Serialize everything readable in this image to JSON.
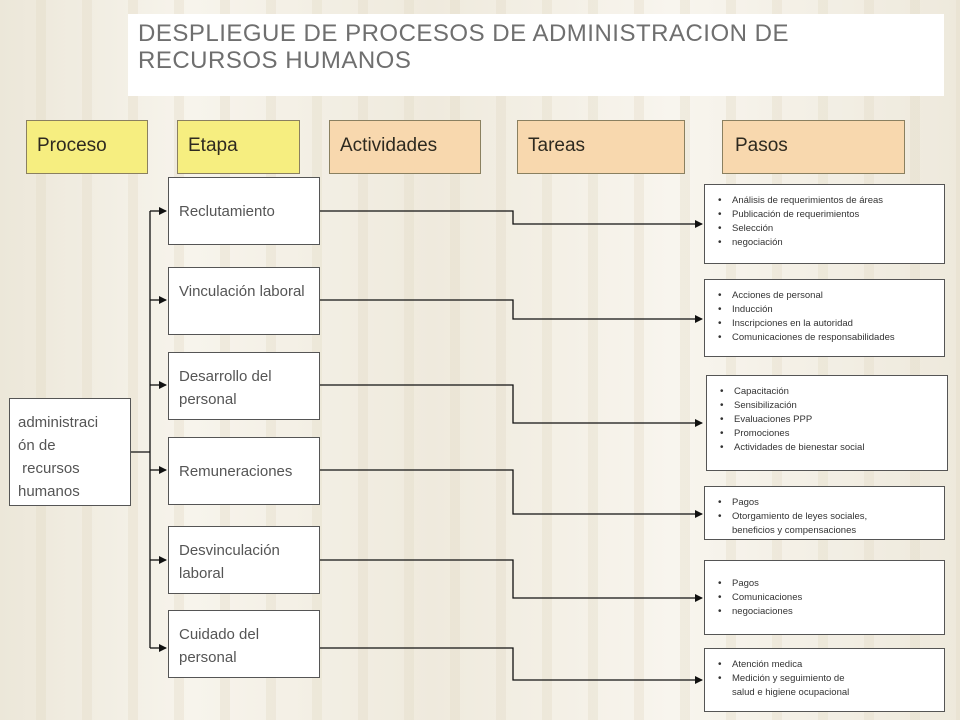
{
  "title": "DESPLIEGUE DE PROCESOS DE ADMINISTRACION DE RECURSOS HUMANOS",
  "headers": {
    "proceso": "Proceso",
    "etapa": "Etapa",
    "actividades": "Actividades",
    "tareas": "Tareas",
    "pasos": "Pasos"
  },
  "process": "administraci\nón de\n recursos\nhumanos",
  "stages": [
    {
      "label": "Reclutamiento",
      "steps": [
        "Análisis de requerimientos de áreas",
        "Publicación de requerimientos",
        "Selección",
        "negociación"
      ]
    },
    {
      "label": "Vinculación laboral",
      "steps": [
        "Acciones de personal",
        "Inducción",
        "Inscripciones en la autoridad",
        "Comunicaciones de responsabilidades"
      ]
    },
    {
      "label": "Desarrollo del personal",
      "steps": [
        "Capacitación",
        "Sensibilización",
        "Evaluaciones PPP",
        "Promociones",
        "Actividades de bienestar social"
      ]
    },
    {
      "label": "Remuneraciones",
      "steps": [
        "Pagos",
        "Otorgamiento de leyes sociales,\nbeneficios y compensaciones"
      ]
    },
    {
      "label": "Desvinculación laboral",
      "steps": [
        "Pagos",
        "Comunicaciones",
        "negociaciones"
      ]
    },
    {
      "label": "Cuidado del personal",
      "steps": [
        "Atención medica",
        "Medición y seguimiento de\nsalud e higiene ocupacional"
      ]
    }
  ]
}
